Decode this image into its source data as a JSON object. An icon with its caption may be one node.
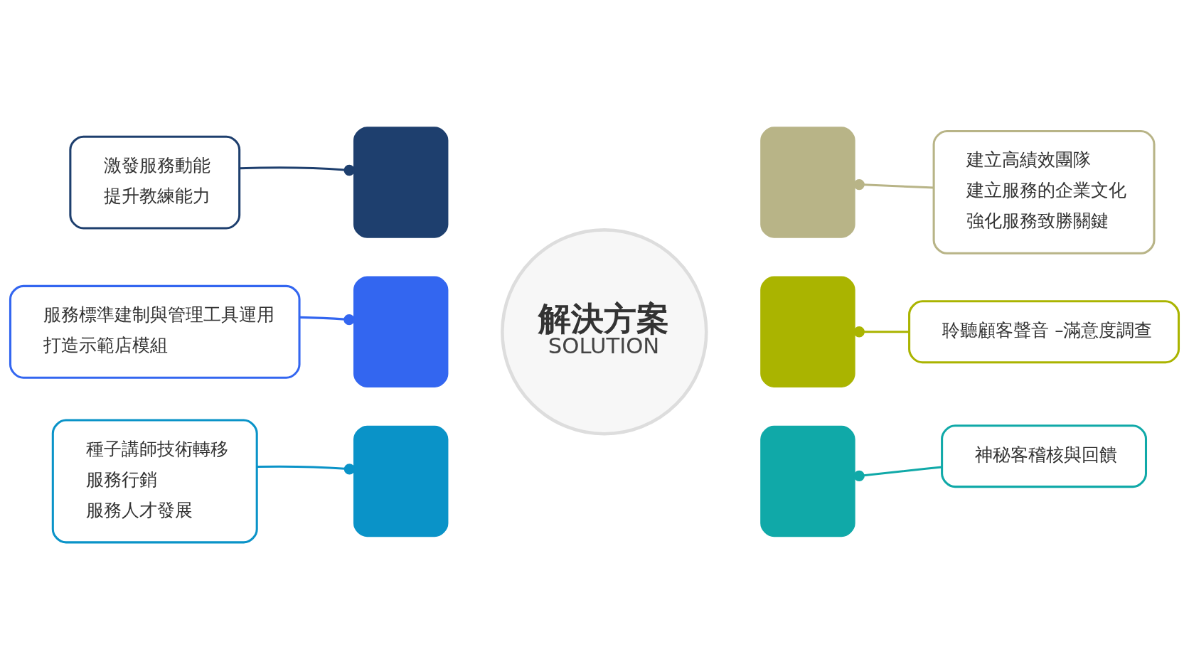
{
  "diagram": {
    "nodes": [
      {
        "text": [
          "解決方案",
          "SOLUTION"
        ]
      },
      {
        "text": [],
        "shape": "wedge"
      },
      {
        "text": [],
        "shape": "wedge"
      },
      {
        "text": [],
        "shape": "wedge"
      },
      {
        "text": [],
        "shape": "wedge"
      },
      {
        "text": [],
        "shape": "wedge"
      },
      {
        "text": [],
        "shape": "wedge"
      },
      {
        "text": [
          "激發服務動能",
          "提升教練能力"
        ]
      },
      {
        "text": [
          "服務標準建制與管理工具運用",
          "打造示範店模組"
        ]
      },
      {
        "text": [
          "種子講師技術轉移",
          "服務行銷",
          "服務人才發展"
        ]
      },
      {
        "text": [
          "建立高績效團隊",
          "建立服務的企業文化",
          "強化服務致勝關鍵"
        ]
      },
      {
        "text": [
          "聆聽顧客聲音 –滿意度調查"
        ]
      },
      {
        "text": [
          "神秘客稽核與回饋"
        ]
      }
    ],
    "edges": [
      {
        "from": 1,
        "to": 7,
        "arrow": "other",
        "color": "#1e3f6e"
      },
      {
        "from": 2,
        "to": 8,
        "arrow": "other",
        "color": "#3366f0"
      },
      {
        "from": 3,
        "to": 9,
        "arrow": "other",
        "color": "#0a93c8"
      },
      {
        "from": 4,
        "to": 10,
        "arrow": "other",
        "color": "#b8b487"
      },
      {
        "from": 5,
        "to": 11,
        "arrow": "other",
        "color": "#aab400"
      },
      {
        "from": 6,
        "to": 12,
        "arrow": "other",
        "color": "#10a9a8"
      }
    ]
  }
}
